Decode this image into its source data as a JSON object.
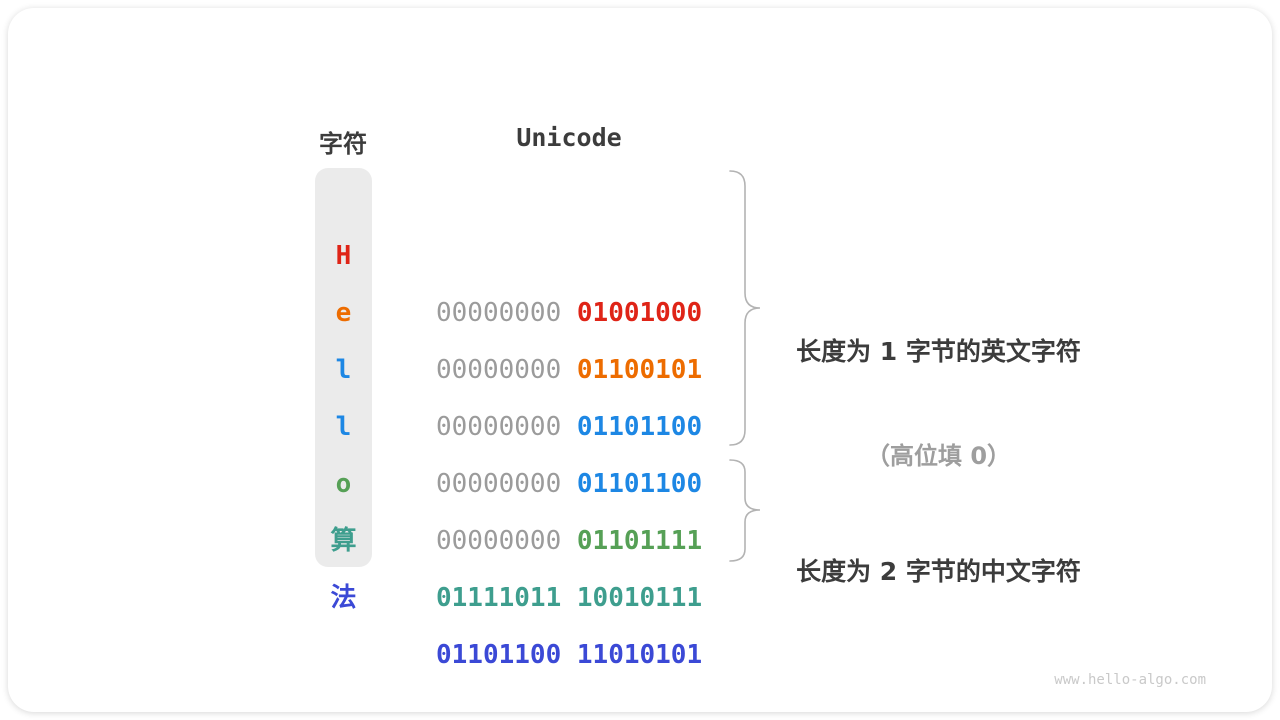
{
  "headers": {
    "char": "字符",
    "unicode": "Unicode"
  },
  "table": {
    "rows": [
      {
        "char": "H",
        "color": "#df2417",
        "byte_high": "00000000",
        "byte_high_color": "#9b9b9b",
        "byte_high_bold": false,
        "byte_low": "01001000"
      },
      {
        "char": "e",
        "color": "#ed6c00",
        "byte_high": "00000000",
        "byte_high_color": "#9b9b9b",
        "byte_high_bold": false,
        "byte_low": "01100101"
      },
      {
        "char": "l",
        "color": "#1d87e4",
        "byte_high": "00000000",
        "byte_high_color": "#9b9b9b",
        "byte_high_bold": false,
        "byte_low": "01101100"
      },
      {
        "char": "l",
        "color": "#1d87e4",
        "byte_high": "00000000",
        "byte_high_color": "#9b9b9b",
        "byte_high_bold": false,
        "byte_low": "01101100"
      },
      {
        "char": "o",
        "color": "#56a056",
        "byte_high": "00000000",
        "byte_high_color": "#9b9b9b",
        "byte_high_bold": false,
        "byte_low": "01101111"
      },
      {
        "char": "算",
        "color": "#3e9e8e",
        "byte_high": "01111011",
        "byte_high_color": "#3e9e8e",
        "byte_high_bold": true,
        "byte_low": "10010111"
      },
      {
        "char": "法",
        "color": "#3b49d6",
        "byte_high": "01101100",
        "byte_high_color": "#3b49d6",
        "byte_high_bold": true,
        "byte_low": "11010101"
      }
    ]
  },
  "annotations": [
    {
      "line1": "长度为 1 字节的英文字符",
      "line2": "（高位填 0）"
    },
    {
      "line1": "长度为 2 字节的中文字符",
      "line2": ""
    }
  ],
  "watermark": "www.hello-algo.com",
  "colors": {
    "header_text": "#3c3c3c",
    "gray_byte": "#9b9b9b",
    "column_bg": "#ebebeb",
    "brace": "#b3b3b3",
    "annotation_primary": "#3c3c3c",
    "annotation_secondary": "#9e9e9e",
    "watermark": "#c9c9c9"
  }
}
